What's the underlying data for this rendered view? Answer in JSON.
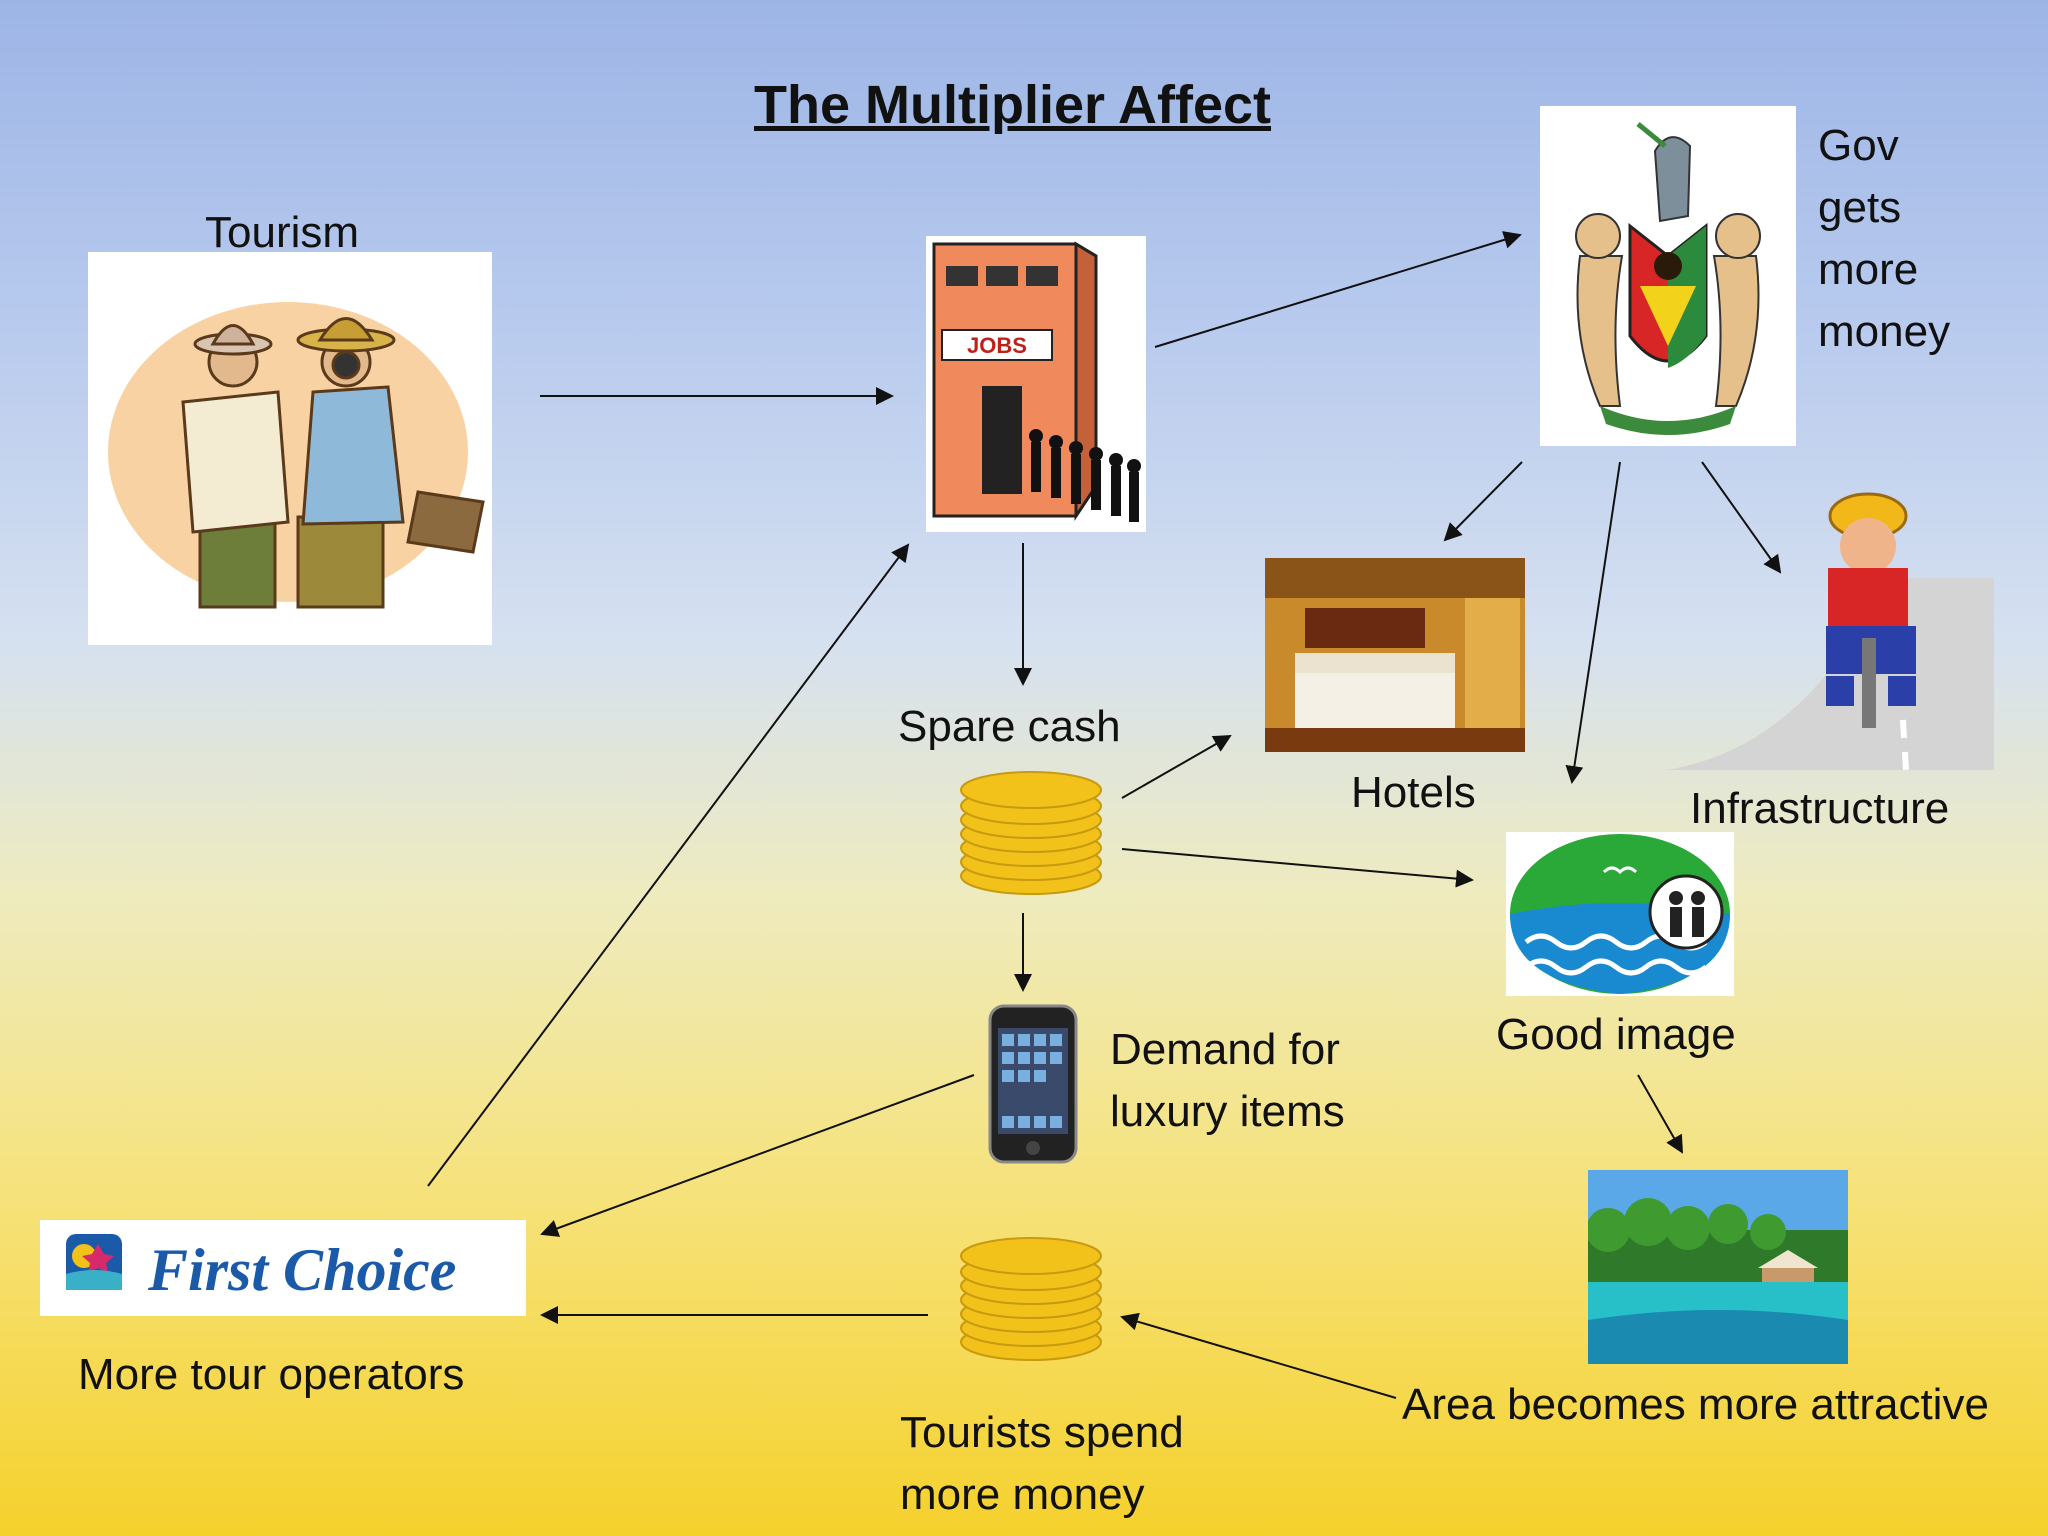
{
  "title": "The Multiplier Affect",
  "nodes": {
    "tourism": "Tourism",
    "gov_line1": "Gov",
    "gov_line2": "gets",
    "gov_line3": "more",
    "gov_line4": "money",
    "spare_cash": "Spare cash",
    "hotels": "Hotels",
    "infrastructure": "Infrastructure",
    "good_image": "Good image",
    "demand_line1": "Demand for",
    "demand_line2": "luxury items",
    "tour_operators": "More tour operators",
    "tourists_spend_line1": "Tourists spend",
    "tourists_spend_line2": "more money",
    "area_attractive": "Area becomes more attractive"
  },
  "images": {
    "jobs_sign": "JOBS",
    "first_choice_logo": "First Choice"
  },
  "icons": {
    "tourists": "tourists-illustration",
    "jobs": "jobs-building-icon",
    "coat_of_arms": "coat-of-arms-icon",
    "hotel": "hotel-room-photo",
    "worker": "road-worker-icon",
    "coins": "gold-coins-icon",
    "phone": "smartphone-icon",
    "beach_logo": "beach-logo-icon",
    "tropical": "tropical-island-photo"
  },
  "colors": {
    "arrow": "#111111",
    "coin": "#f2c21a",
    "building": "#f08a5d",
    "first_choice_text": "#1a5aa8"
  }
}
